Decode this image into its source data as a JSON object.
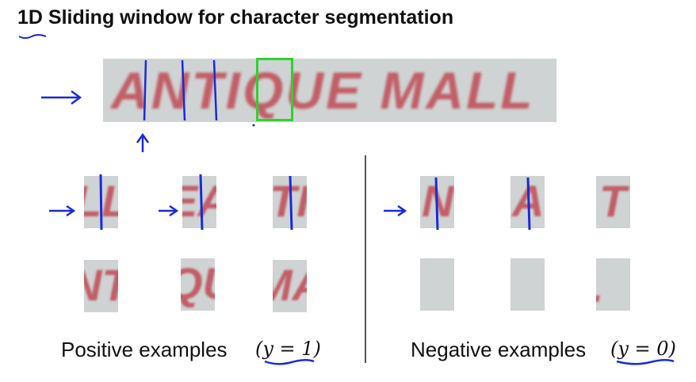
{
  "title": "1D Sliding window for character segmentation",
  "banner": {
    "text": "ANTIQUE MALL",
    "background_color": "#cfd3d3",
    "text_color": "#c04a55",
    "window_color": "#2fd12f"
  },
  "ink_color": "#1a2bd8",
  "positive": {
    "caption": "Positive examples",
    "label": "(y = 1)",
    "patches": [
      {
        "text": "LL",
        "boundary_stroke": true
      },
      {
        "text": "EA",
        "boundary_stroke": true
      },
      {
        "text": "TI",
        "boundary_stroke": true
      },
      {
        "text": "NT",
        "boundary_stroke": false
      },
      {
        "text": "QU",
        "boundary_stroke": false
      },
      {
        "text": "MA",
        "boundary_stroke": false
      }
    ]
  },
  "negative": {
    "caption": "Negative examples",
    "label": "(y = 0)",
    "patches": [
      {
        "text": "N",
        "boundary_stroke": true
      },
      {
        "text": "A",
        "boundary_stroke": true
      },
      {
        "text": "T",
        "boundary_stroke": false
      },
      {
        "text": "",
        "boundary_stroke": false
      },
      {
        "text": "",
        "boundary_stroke": false
      },
      {
        "text": ".",
        "boundary_stroke": false
      }
    ]
  }
}
